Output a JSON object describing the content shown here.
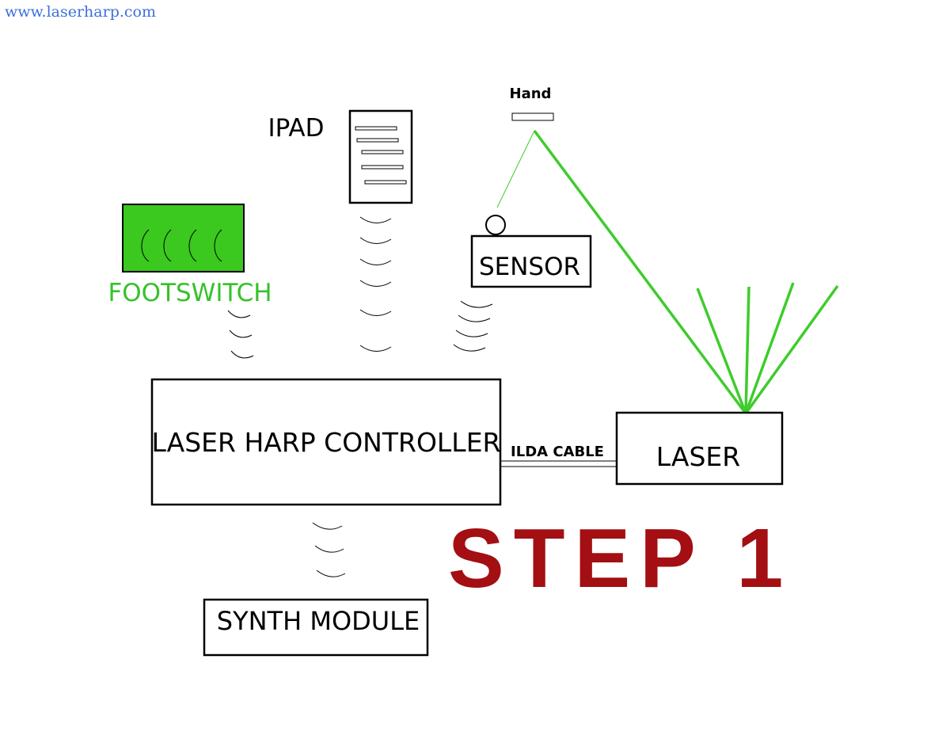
{
  "header": {
    "site_link": "www.laserharp.com"
  },
  "labels": {
    "ipad": "IPAD",
    "hand": "Hand",
    "sensor": "SENSOR",
    "footswitch": "FOOTSWITCH",
    "controller": "LASER HARP CONTROLLER",
    "ilda_cable": "ILDA CABLE",
    "laser": "LASER",
    "synth_module": "SYNTH MODULE",
    "step": "STEP 1"
  },
  "colors": {
    "footswitch_fill": "#3bc81f",
    "footswitch_text": "#35c22a",
    "laser_beam": "#3fcc2c",
    "step_title": "#a30f12",
    "site_link": "#3f6fd8"
  }
}
